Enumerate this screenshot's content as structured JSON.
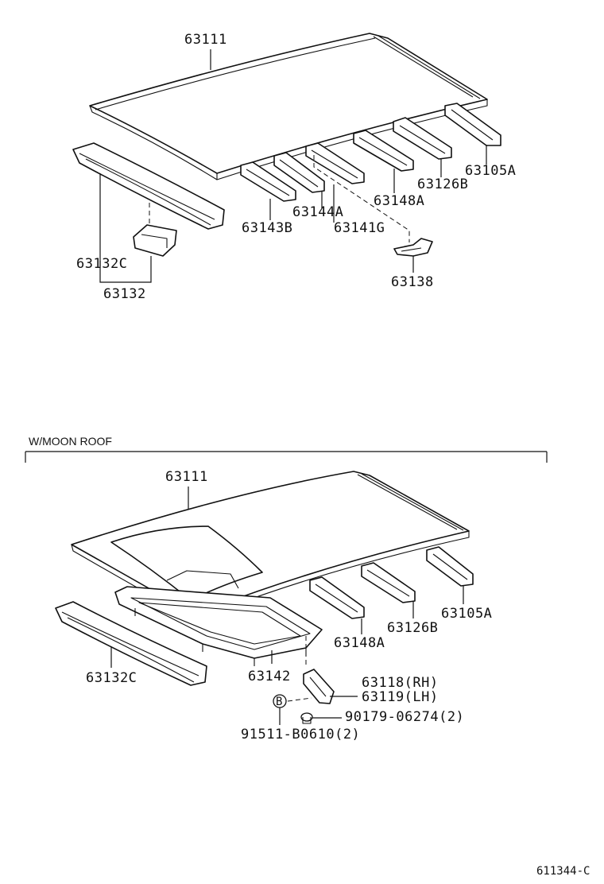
{
  "top_diagram": {
    "labels": {
      "roof_panel": "63111",
      "roof_bow_a": "63105A",
      "roof_bow_b": "63126B",
      "roof_bow_c": "63148A",
      "roof_bow_d": "63144A",
      "roof_bow_e": "63143B",
      "roof_bow_f": "63141G",
      "front_header": "63132C",
      "front_header_asm": "63132",
      "bracket": "63138"
    }
  },
  "section": {
    "title": "W/MOON ROOF"
  },
  "bottom_diagram": {
    "labels": {
      "roof_panel": "63111",
      "roof_bow_a": "63105A",
      "roof_bow_b": "63126B",
      "roof_bow_c": "63148A",
      "front_header": "63132C",
      "moonroof_reinforcement": "63142",
      "support_rh": "63118(RH)",
      "support_lh": "63119(LH)",
      "clip": "90179-06274(2)",
      "bolt": "91511-B0610(2)",
      "bolt_symbol": "B"
    }
  },
  "diagram_code": "611344-C"
}
